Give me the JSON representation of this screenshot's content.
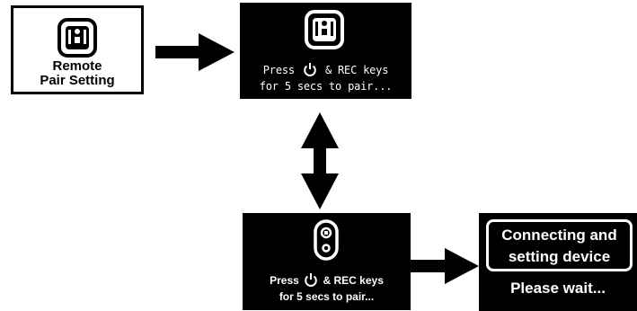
{
  "step1": {
    "line1": "Remote",
    "line2": "Pair Setting"
  },
  "step2": {
    "line1_before": "Press",
    "line1_after": "& REC keys",
    "line2": "for 5 secs to pair..."
  },
  "step3": {
    "line1_before": "Press",
    "line1_after": "& REC keys",
    "line2": "for 5 secs to pair..."
  },
  "step4": {
    "box_line1": "Connecting and",
    "box_line2": "setting device",
    "wait": "Please wait..."
  },
  "icons": [
    "remote-device-icon",
    "power-icon",
    "remote-single-icon",
    "arrow-right-icon",
    "arrow-updown-icon"
  ]
}
